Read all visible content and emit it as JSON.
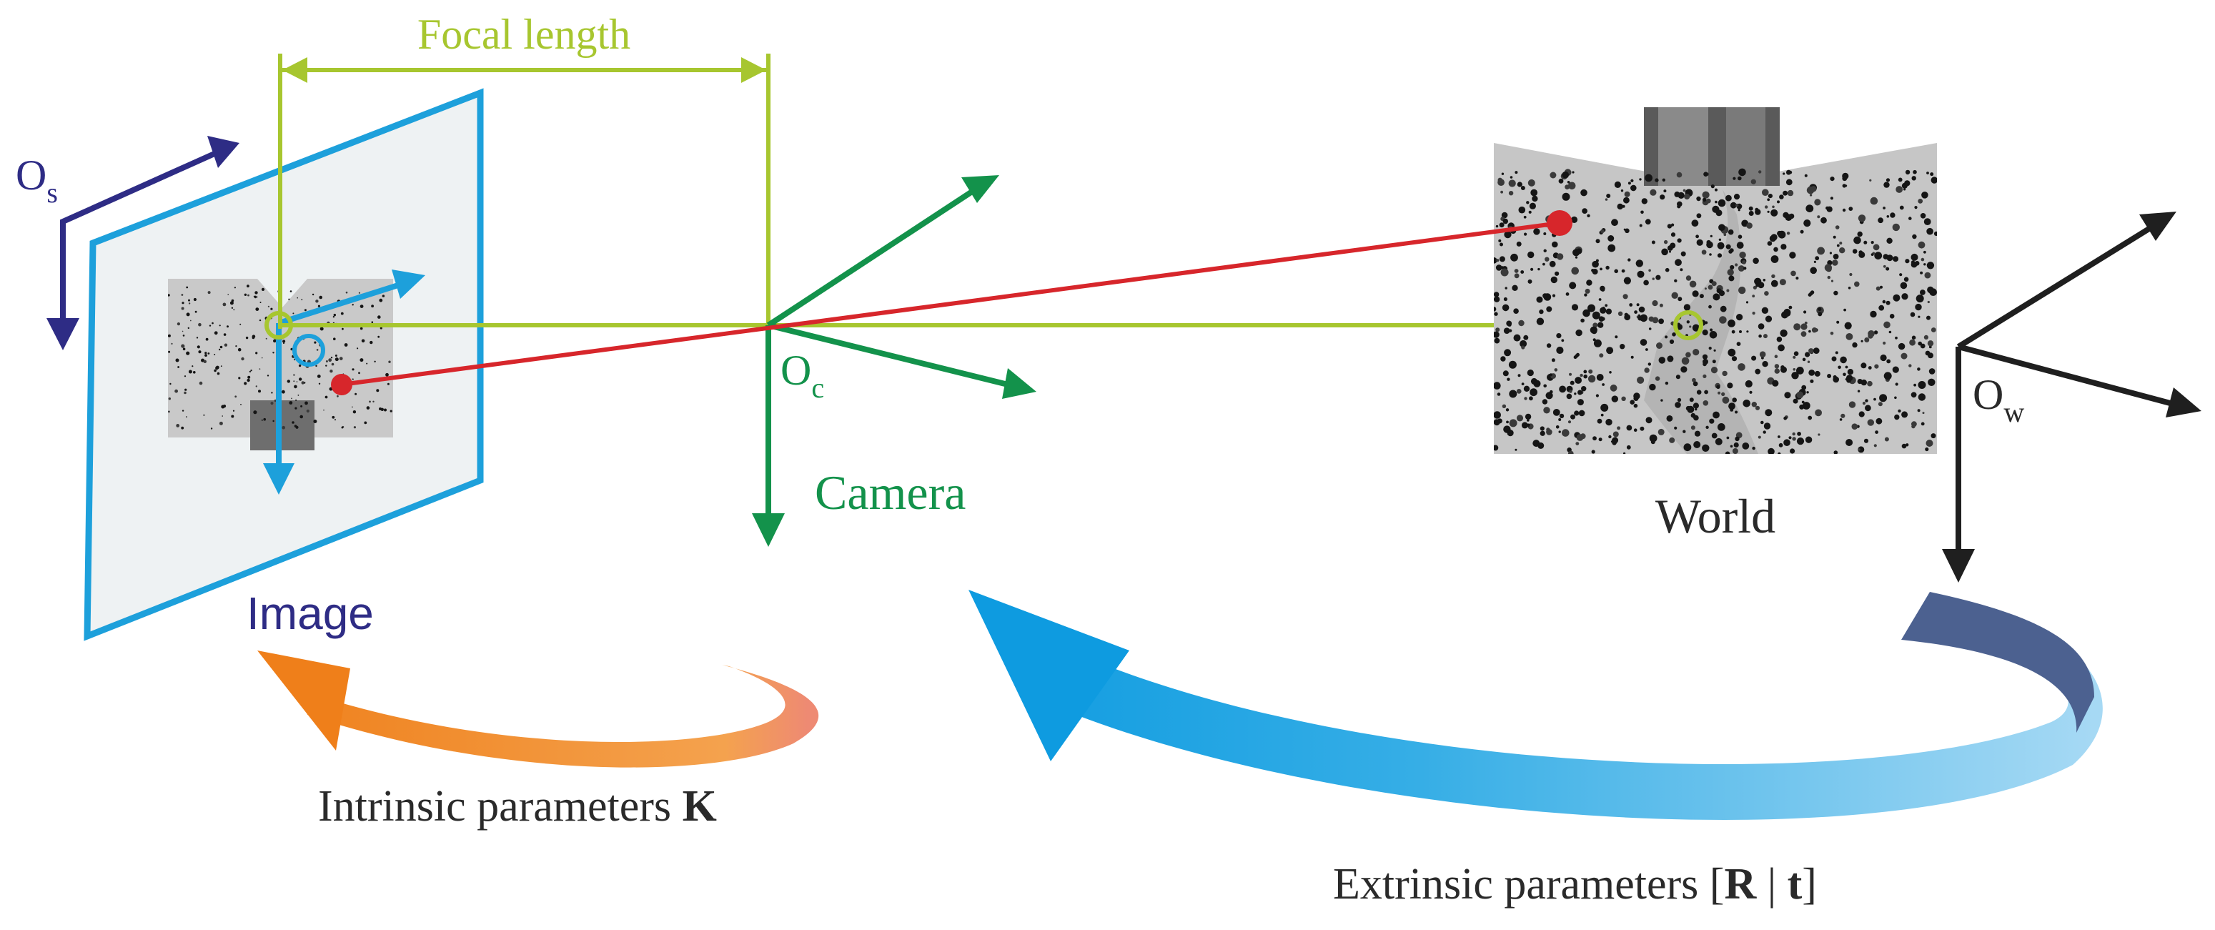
{
  "labels": {
    "focal_length": "Focal length",
    "os_base": "O",
    "os_sub": "s",
    "oc_base": "O",
    "oc_sub": "c",
    "ow_base": "O",
    "ow_sub": "w",
    "camera": "Camera",
    "world": "World",
    "image": "Image",
    "intrinsic_text": "Intrinsic parameters ",
    "intrinsic_symbol": "K",
    "extrinsic_open": "Extrinsic parameters [",
    "extrinsic_R": "R",
    "extrinsic_sep": " | ",
    "extrinsic_t": "t",
    "extrinsic_close": "]"
  },
  "colors": {
    "focal": "#a7c62f",
    "image_frame": "#1da0db",
    "image_fill": "#eef2f3",
    "sensor_axes": "#2e2c85",
    "pixel_axes": "#1da0db",
    "camera": "#13924b",
    "ray": "#d7262b",
    "world_axes": "#1f1f1f",
    "label_dark": "#2a2a2a",
    "image_label": "#2e2c85",
    "intrinsic_arrow_start": "#ee8a73",
    "intrinsic_arrow_end": "#ef7f1a",
    "extrinsic_arrow_start": "#4c6190",
    "extrinsic_arrow_end": "#0e9be0"
  },
  "icons": {
    "image_plane": "image-plane-icon",
    "speckle_photo": "speckle-photo-icon",
    "point_marker": "point-marker-icon"
  }
}
